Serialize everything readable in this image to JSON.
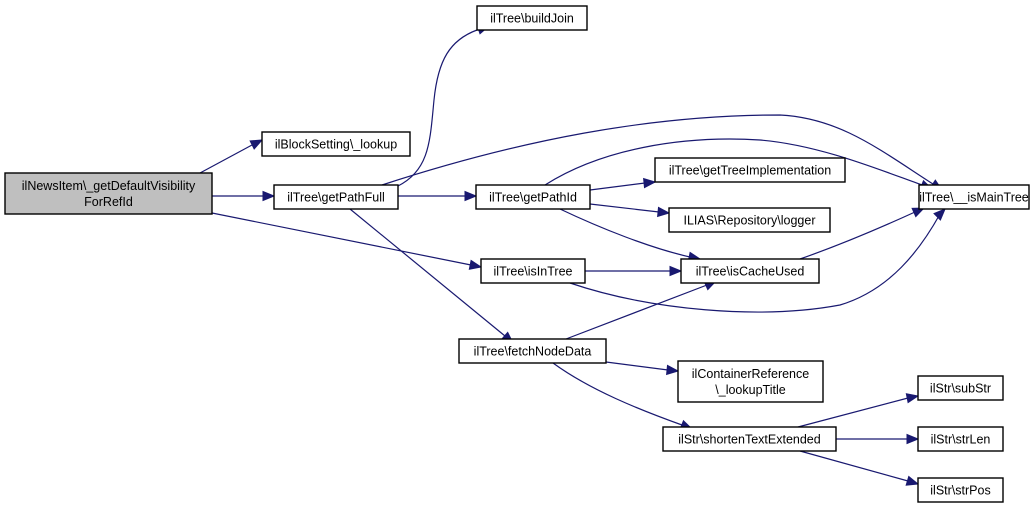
{
  "graph": {
    "title": "Call graph for ilNewsItem\\_getDefaultVisibilityForRefId",
    "edge_color": "#191970",
    "root_fill": "#bfbfbf",
    "nodes": [
      {
        "id": "root",
        "lines": [
          "ilNewsItem\\_getDefaultVisibility",
          "ForRefId"
        ],
        "root": true
      },
      {
        "id": "blocksetting_lookup",
        "lines": [
          "ilBlockSetting\\_lookup"
        ]
      },
      {
        "id": "getpathfull",
        "lines": [
          "ilTree\\getPathFull"
        ]
      },
      {
        "id": "buildjoin",
        "lines": [
          "ilTree\\buildJoin"
        ]
      },
      {
        "id": "getpathid",
        "lines": [
          "ilTree\\getPathId"
        ]
      },
      {
        "id": "gettreeimplementation",
        "lines": [
          "ilTree\\getTreeImplementation"
        ]
      },
      {
        "id": "logger",
        "lines": [
          "ILIAS\\Repository\\logger"
        ]
      },
      {
        "id": "ismaintree",
        "lines": [
          "ilTree\\__isMainTree"
        ]
      },
      {
        "id": "isintree",
        "lines": [
          "ilTree\\isInTree"
        ]
      },
      {
        "id": "iscacheused",
        "lines": [
          "ilTree\\isCacheUsed"
        ]
      },
      {
        "id": "fetchnodedata",
        "lines": [
          "ilTree\\fetchNodeData"
        ]
      },
      {
        "id": "lookuptitle",
        "lines": [
          "ilContainerReference",
          "\\_lookupTitle"
        ]
      },
      {
        "id": "shortentextextended",
        "lines": [
          "ilStr\\shortenTextExtended"
        ]
      },
      {
        "id": "substr",
        "lines": [
          "ilStr\\subStr"
        ]
      },
      {
        "id": "strlen",
        "lines": [
          "ilStr\\strLen"
        ]
      },
      {
        "id": "strpos",
        "lines": [
          "ilStr\\strPos"
        ]
      }
    ],
    "edges": [
      {
        "from": "root",
        "to": "blocksetting_lookup"
      },
      {
        "from": "root",
        "to": "getpathfull"
      },
      {
        "from": "root",
        "to": "isintree"
      },
      {
        "from": "getpathfull",
        "to": "buildjoin"
      },
      {
        "from": "getpathfull",
        "to": "ismaintree"
      },
      {
        "from": "getpathfull",
        "to": "getpathid"
      },
      {
        "from": "getpathfull",
        "to": "fetchnodedata"
      },
      {
        "from": "getpathid",
        "to": "ismaintree"
      },
      {
        "from": "getpathid",
        "to": "gettreeimplementation"
      },
      {
        "from": "getpathid",
        "to": "logger"
      },
      {
        "from": "getpathid",
        "to": "iscacheused"
      },
      {
        "from": "isintree",
        "to": "iscacheused"
      },
      {
        "from": "isintree",
        "to": "ismaintree"
      },
      {
        "from": "iscacheused",
        "to": "ismaintree"
      },
      {
        "from": "fetchnodedata",
        "to": "iscacheused"
      },
      {
        "from": "fetchnodedata",
        "to": "lookuptitle"
      },
      {
        "from": "fetchnodedata",
        "to": "shortentextextended"
      },
      {
        "from": "shortentextextended",
        "to": "substr"
      },
      {
        "from": "shortentextextended",
        "to": "strlen"
      },
      {
        "from": "shortentextextended",
        "to": "strpos"
      }
    ]
  }
}
